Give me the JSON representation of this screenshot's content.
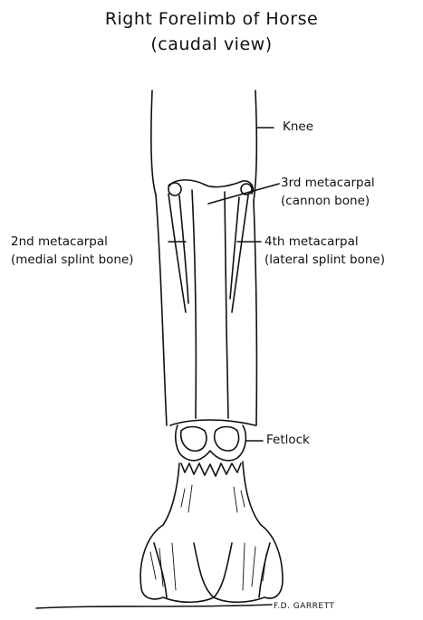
{
  "title": {
    "line1": "Right Forelimb of Horse",
    "line2": "(caudal view)"
  },
  "labels": {
    "knee": "Knee",
    "third_metacarpal": {
      "line1": "3rd metacarpal",
      "line2": "(cannon bone)"
    },
    "second_metacarpal": {
      "line1": "2nd metacarpal",
      "line2": "(medial splint bone)"
    },
    "fourth_metacarpal": {
      "line1": "4th metacarpal",
      "line2": "(lateral splint bone)"
    },
    "fetlock": "Fetlock"
  },
  "signature": "F.D. GARRETT",
  "colors": {
    "ink": "#111111",
    "background": "#ffffff"
  }
}
